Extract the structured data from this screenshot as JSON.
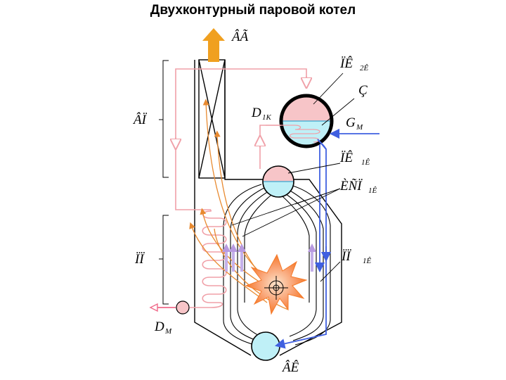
{
  "title": "Двухконтурный паровой котел",
  "labels": {
    "top_gas": "ÂÃ",
    "steam_drum_main": "ÏÊ",
    "steam_drum_sub": "2Ê",
    "heater": "Ç",
    "d1k_main": "D",
    "d1k_sub": "1K",
    "gm_main": "G",
    "gm_sub": "M",
    "lower_drum_main": "ÏÊ",
    "lower_drum_sub": "1Ê",
    "downcomers_main": "ÈÑÏ",
    "downcomers_sub": "1Ê",
    "screen_main": "ÏÏ",
    "screen_sub": "1Ê",
    "conv_section": "ÂÏ",
    "superheater_section": "ÏÏ",
    "dm_main": "D",
    "dm_sub": "M",
    "bottom_drum": "ÂÊ"
  },
  "colors": {
    "pink_line": "#f0a0a8",
    "blue_line": "#4060e0",
    "orange_arrow": "#e88a30",
    "lilac_arrow": "#b89ae0",
    "drum_pink": "#f7c5c8",
    "drum_cyan": "#bff0f7",
    "flame_outer": "#f57a2a",
    "flame_inner": "#fbd8b8"
  },
  "icons": {
    "exhaust": "up-arrow-icon",
    "flame": "burner-flame-icon",
    "burner": "crosshair-icon"
  }
}
